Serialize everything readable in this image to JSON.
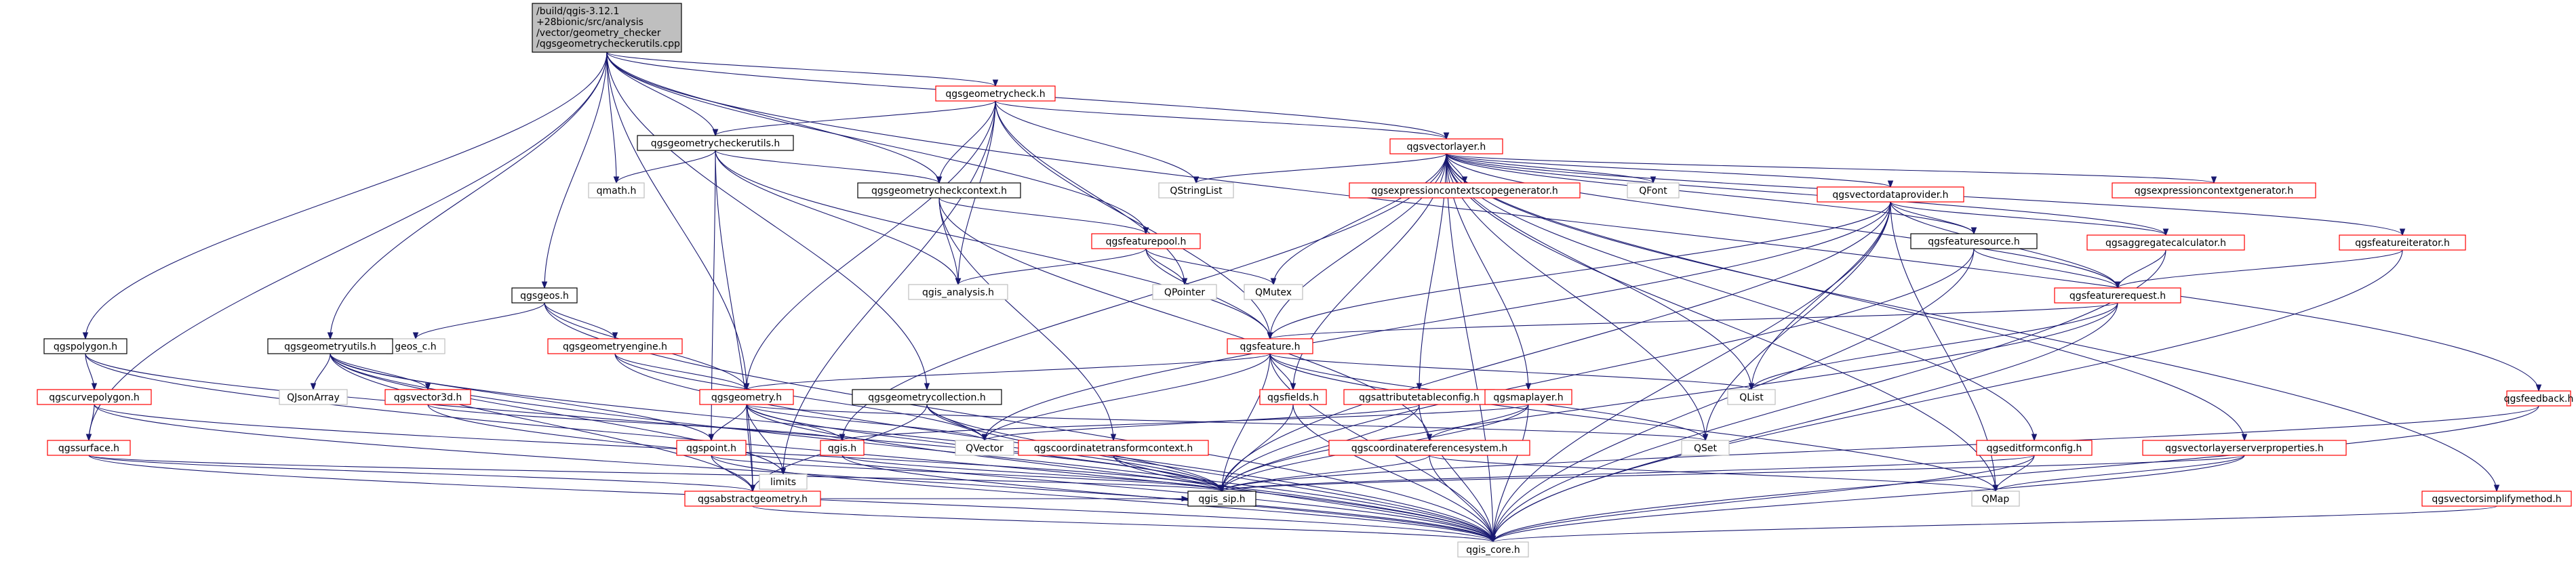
{
  "colors": {
    "edge": "#191970",
    "red_border": "#ff0000",
    "black_border": "#000000",
    "gray_border": "#bfbfbf",
    "root_fill": "#bfbfbf"
  },
  "nodes": [
    {
      "id": "root",
      "label": "/build/qgis-3.12.1\n+28bionic/src/analysis\n/vector/geometry_checker\n/qgsgeometrycheckerutils.cpp",
      "style": "root"
    },
    {
      "id": "qgsgeometrycheck",
      "label": "qgsgeometrycheck.h",
      "style": "red"
    },
    {
      "id": "qgsvectorlayer",
      "label": "qgsvectorlayer.h",
      "style": "red"
    },
    {
      "id": "qgsgeometrycheckerutils",
      "label": "qgsgeometrycheckerutils.h",
      "style": "black"
    },
    {
      "id": "qgsgeometrycheckcontext",
      "label": "qgsgeometrycheckcontext.h",
      "style": "black"
    },
    {
      "id": "qmath",
      "label": "qmath.h",
      "style": "gray"
    },
    {
      "id": "qstringlist",
      "label": "QStringList",
      "style": "gray"
    },
    {
      "id": "qgsexprscope",
      "label": "qgsexpressioncontextscopegenerator.h",
      "style": "red"
    },
    {
      "id": "qfont",
      "label": "QFont",
      "style": "gray"
    },
    {
      "id": "qgsvectordataprovider",
      "label": "qgsvectordataprovider.h",
      "style": "red"
    },
    {
      "id": "qgsexprgen",
      "label": "qgsexpressioncontextgenerator.h",
      "style": "red"
    },
    {
      "id": "qgsfeaturepool",
      "label": "qgsfeaturepool.h",
      "style": "red"
    },
    {
      "id": "qgsfeaturesource",
      "label": "qgsfeaturesource.h",
      "style": "black"
    },
    {
      "id": "qgsaggregatecalculator",
      "label": "qgsaggregatecalculator.h",
      "style": "red"
    },
    {
      "id": "qgsfeatureiterator",
      "label": "qgsfeatureiterator.h",
      "style": "red"
    },
    {
      "id": "qgis_analysis",
      "label": "qgis_analysis.h",
      "style": "gray"
    },
    {
      "id": "qpointer",
      "label": "QPointer",
      "style": "gray"
    },
    {
      "id": "qmutex",
      "label": "QMutex",
      "style": "gray"
    },
    {
      "id": "qgsfeaturerequest",
      "label": "qgsfeaturerequest.h",
      "style": "red"
    },
    {
      "id": "qgsgeos",
      "label": "qgsgeos.h",
      "style": "black"
    },
    {
      "id": "geos_c",
      "label": "geos_c.h",
      "style": "gray"
    },
    {
      "id": "qgsgeometryengine",
      "label": "qgsgeometryengine.h",
      "style": "red"
    },
    {
      "id": "qgsfeature",
      "label": "qgsfeature.h",
      "style": "red"
    },
    {
      "id": "qgspolygon",
      "label": "qgspolygon.h",
      "style": "black"
    },
    {
      "id": "qgsgeometryutils",
      "label": "qgsgeometryutils.h",
      "style": "black"
    },
    {
      "id": "qlist",
      "label": "QList",
      "style": "gray"
    },
    {
      "id": "qgscurvepolygon",
      "label": "qgscurvepolygon.h",
      "style": "red"
    },
    {
      "id": "qjsonarray",
      "label": "QJsonArray",
      "style": "gray"
    },
    {
      "id": "qgsvector3d",
      "label": "qgsvector3d.h",
      "style": "red"
    },
    {
      "id": "qgsgeometry",
      "label": "qgsgeometry.h",
      "style": "red"
    },
    {
      "id": "qgsgeometrycollection",
      "label": "qgsgeometrycollection.h",
      "style": "black"
    },
    {
      "id": "qgsfields",
      "label": "qgsfields.h",
      "style": "red"
    },
    {
      "id": "qgsattributetableconfig",
      "label": "qgsattributetableconfig.h",
      "style": "red"
    },
    {
      "id": "qgsmaplayer",
      "label": "qgsmaplayer.h",
      "style": "red"
    },
    {
      "id": "qset",
      "label": "QSet",
      "style": "gray"
    },
    {
      "id": "qgsfeedback",
      "label": "qgsfeedback.h",
      "style": "red"
    },
    {
      "id": "qgssurface",
      "label": "qgssurface.h",
      "style": "red"
    },
    {
      "id": "qgspoint",
      "label": "qgspoint.h",
      "style": "red"
    },
    {
      "id": "qgis",
      "label": "qgis.h",
      "style": "red"
    },
    {
      "id": "limits",
      "label": "limits",
      "style": "gray"
    },
    {
      "id": "qvector",
      "label": "QVector",
      "style": "gray"
    },
    {
      "id": "qgscoordtransformctx",
      "label": "qgscoordinatetransformcontext.h",
      "style": "red"
    },
    {
      "id": "qgscrs",
      "label": "qgscoordinatereferencesystem.h",
      "style": "red"
    },
    {
      "id": "qgseditformconfig",
      "label": "qgseditformconfig.h",
      "style": "red"
    },
    {
      "id": "qgsvlserverprops",
      "label": "qgsvectorlayerserverproperties.h",
      "style": "red"
    },
    {
      "id": "qgsabstractgeometry",
      "label": "qgsabstractgeometry.h",
      "style": "red"
    },
    {
      "id": "qgis_sip",
      "label": "qgis_sip.h",
      "style": "black"
    },
    {
      "id": "qmap",
      "label": "QMap",
      "style": "gray"
    },
    {
      "id": "qgsvectorsimplify",
      "label": "qgsvectorsimplifymethod.h",
      "style": "red"
    },
    {
      "id": "qgis_core",
      "label": "qgis_core.h",
      "style": "gray"
    }
  ],
  "edges": [
    [
      "root",
      "qgsgeometrycheck"
    ],
    [
      "root",
      "qgsvectorlayer"
    ],
    [
      "root",
      "qgsgeometrycheckerutils"
    ],
    [
      "root",
      "qgsgeometrycheckcontext"
    ],
    [
      "root",
      "qmath"
    ],
    [
      "root",
      "qgsfeaturepool"
    ],
    [
      "root",
      "qgsgeos"
    ],
    [
      "root",
      "qgspolygon"
    ],
    [
      "root",
      "qgsgeometryutils"
    ],
    [
      "root",
      "qgsgeometry"
    ],
    [
      "root",
      "qgsgeometrycollection"
    ],
    [
      "root",
      "qgssurface"
    ],
    [
      "root",
      "qgsfeedback"
    ],
    [
      "qgsgeometrycheck",
      "qgsvectorlayer"
    ],
    [
      "qgsgeometrycheck",
      "qgsgeometrycheckerutils"
    ],
    [
      "qgsgeometrycheck",
      "qgsgeometrycheckcontext"
    ],
    [
      "qgsgeometrycheck",
      "qstringlist"
    ],
    [
      "qgsgeometrycheck",
      "qgis_analysis"
    ],
    [
      "qgsgeometrycheck",
      "qpointer"
    ],
    [
      "qgsgeometrycheck",
      "qgsfeature"
    ],
    [
      "qgsgeometrycheck",
      "qgsgeometry"
    ],
    [
      "qgsgeometrycheck",
      "limits"
    ],
    [
      "qgsvectorlayer",
      "qstringlist"
    ],
    [
      "qgsvectorlayer",
      "qgsexprscope"
    ],
    [
      "qgsvectorlayer",
      "qfont"
    ],
    [
      "qgsvectorlayer",
      "qgsvectordataprovider"
    ],
    [
      "qgsvectorlayer",
      "qgsexprgen"
    ],
    [
      "qgsvectorlayer",
      "qgsfeaturesource"
    ],
    [
      "qgsvectorlayer",
      "qgsaggregatecalculator"
    ],
    [
      "qgsvectorlayer",
      "qgsfeatureiterator"
    ],
    [
      "qgsvectorlayer",
      "qmutex"
    ],
    [
      "qgsvectorlayer",
      "qgsfeaturerequest"
    ],
    [
      "qgsvectorlayer",
      "qgsfeature"
    ],
    [
      "qgsvectorlayer",
      "qlist"
    ],
    [
      "qgsvectorlayer",
      "qgsfields"
    ],
    [
      "qgsvectorlayer",
      "qgsattributetableconfig"
    ],
    [
      "qgsvectorlayer",
      "qgsmaplayer"
    ],
    [
      "qgsvectorlayer",
      "qset"
    ],
    [
      "qgsvectorlayer",
      "qgseditformconfig"
    ],
    [
      "qgsvectorlayer",
      "qgsvlserverprops"
    ],
    [
      "qgsvectorlayer",
      "qgsvectorsimplify"
    ],
    [
      "qgsvectorlayer",
      "qgis_core"
    ],
    [
      "qgsvectorlayer",
      "qmap"
    ],
    [
      "qgsvectorlayer",
      "qgis"
    ],
    [
      "qgsgeometrycheckerutils",
      "qgsgeometrycheckcontext"
    ],
    [
      "qgsgeometrycheckerutils",
      "qmath"
    ],
    [
      "qgsgeometrycheckerutils",
      "qgis_analysis"
    ],
    [
      "qgsgeometrycheckerutils",
      "qgsfeature"
    ],
    [
      "qgsgeometrycheckerutils",
      "qgspoint"
    ],
    [
      "qgsgeometrycheckerutils",
      "qgsabstractgeometry"
    ],
    [
      "qgsgeometrycheckcontext",
      "qgsfeaturepool"
    ],
    [
      "qgsgeometrycheckcontext",
      "qgis_analysis"
    ],
    [
      "qgsgeometrycheckcontext",
      "qgscoordtransformctx"
    ],
    [
      "qgsgeometrycheckcontext",
      "qgscrs"
    ],
    [
      "qgsvectordataprovider",
      "qgsfeaturesource"
    ],
    [
      "qgsvectordataprovider",
      "qgsaggregatecalculator"
    ],
    [
      "qgsvectordataprovider",
      "qgsfeaturerequest"
    ],
    [
      "qgsvectordataprovider",
      "qgsfeature"
    ],
    [
      "qgsvectordataprovider",
      "qlist"
    ],
    [
      "qgsvectordataprovider",
      "qset"
    ],
    [
      "qgsvectordataprovider",
      "qmap"
    ],
    [
      "qgsvectordataprovider",
      "qgis_sip"
    ],
    [
      "qgsvectordataprovider",
      "qgis_core"
    ],
    [
      "qgsvectordataprovider",
      "qvector"
    ],
    [
      "qgsfeaturepool",
      "qgis_analysis"
    ],
    [
      "qgsfeaturepool",
      "qpointer"
    ],
    [
      "qgsfeaturepool",
      "qmutex"
    ],
    [
      "qgsfeaturepool",
      "qgsfeature"
    ],
    [
      "qgsfeaturesource",
      "qgsfeaturerequest"
    ],
    [
      "qgsfeaturesource",
      "qgis_sip"
    ],
    [
      "qgsfeaturesource",
      "qgis_core"
    ],
    [
      "qgsaggregatecalculator",
      "qgsfeaturerequest"
    ],
    [
      "qgsaggregatecalculator",
      "qgis_core"
    ],
    [
      "qgsfeatureiterator",
      "qgsfeaturerequest"
    ],
    [
      "qgsfeatureiterator",
      "qgis_core"
    ],
    [
      "qgsfeaturerequest",
      "qgsfeature"
    ],
    [
      "qgsfeaturerequest",
      "qlist"
    ],
    [
      "qgsfeaturerequest",
      "qgis_sip"
    ],
    [
      "qgsfeaturerequest",
      "qgis_core"
    ],
    [
      "qgsgeos",
      "geos_c"
    ],
    [
      "qgsgeos",
      "qgsgeometryengine"
    ],
    [
      "qgsgeos",
      "qgsgeometry"
    ],
    [
      "qgsgeos",
      "qgis_core"
    ],
    [
      "qgsgeometryengine",
      "qgsgeometry"
    ],
    [
      "qgsgeometryengine",
      "qvector"
    ],
    [
      "qgsgeometryengine",
      "qgis_core"
    ],
    [
      "qgsfeature",
      "qgsgeometry"
    ],
    [
      "qgsfeature",
      "qgsfields"
    ],
    [
      "qgsfeature",
      "qlist"
    ],
    [
      "qgsfeature",
      "qset"
    ],
    [
      "qgsfeature",
      "qvector"
    ],
    [
      "qgsfeature",
      "qmap"
    ],
    [
      "qgsfeature",
      "qgis_sip"
    ],
    [
      "qgsfeature",
      "qgis_core"
    ],
    [
      "qgspolygon",
      "qgscurvepolygon"
    ],
    [
      "qgspolygon",
      "qgis_core"
    ],
    [
      "qgspolygon",
      "qgis_sip"
    ],
    [
      "qgsgeometryutils",
      "qjsonarray"
    ],
    [
      "qgsgeometryutils",
      "qgsvector3d"
    ],
    [
      "qgsgeometryutils",
      "qgspoint"
    ],
    [
      "qgsgeometryutils",
      "limits"
    ],
    [
      "qgsgeometryutils",
      "qgis_core"
    ],
    [
      "qgsgeometryutils",
      "qgis_sip"
    ],
    [
      "qgsgeometryutils",
      "qgsabstractgeometry"
    ],
    [
      "qgscurvepolygon",
      "qgssurface"
    ],
    [
      "qgscurvepolygon",
      "qgis_core"
    ],
    [
      "qgscurvepolygon",
      "qgis_sip"
    ],
    [
      "qgsvector3d",
      "qgis"
    ],
    [
      "qgsvector3d",
      "qgis_core"
    ],
    [
      "qgsgeometry",
      "qgspoint"
    ],
    [
      "qgsgeometry",
      "qgis"
    ],
    [
      "qgsgeometry",
      "limits"
    ],
    [
      "qgsgeometry",
      "qvector"
    ],
    [
      "qgsgeometry",
      "qset"
    ],
    [
      "qgsgeometry",
      "qgsabstractgeometry"
    ],
    [
      "qgsgeometry",
      "qgis_core"
    ],
    [
      "qgsgeometry",
      "qgis_sip"
    ],
    [
      "qgsgeometrycollection",
      "qvector"
    ],
    [
      "qgsgeometrycollection",
      "qgsabstractgeometry"
    ],
    [
      "qgsgeometrycollection",
      "qgis_core"
    ],
    [
      "qgsgeometrycollection",
      "qgis_sip"
    ],
    [
      "qgsfields",
      "qgis_sip"
    ],
    [
      "qgsfields",
      "qgis_core"
    ],
    [
      "qgsattributetableconfig",
      "qvector"
    ],
    [
      "qgsattributetableconfig",
      "qgis_sip"
    ],
    [
      "qgsattributetableconfig",
      "qgis_core"
    ],
    [
      "qgsmaplayer",
      "qgscrs"
    ],
    [
      "qgsmaplayer",
      "qgis_sip"
    ],
    [
      "qgsmaplayer",
      "qgis_core"
    ],
    [
      "qgsmaplayer",
      "qgis"
    ],
    [
      "qgsfeedback",
      "qgis_sip"
    ],
    [
      "qgsfeedback",
      "qgis_core"
    ],
    [
      "qgssurface",
      "qgsabstractgeometry"
    ],
    [
      "qgssurface",
      "qgis_core"
    ],
    [
      "qgssurface",
      "qgis_sip"
    ],
    [
      "qgspoint",
      "qgsabstractgeometry"
    ],
    [
      "qgspoint",
      "qgis_core"
    ],
    [
      "qgspoint",
      "qgis_sip"
    ],
    [
      "qgis",
      "qgis_sip"
    ],
    [
      "qgis",
      "qgis_core"
    ],
    [
      "qgscoordtransformctx",
      "qgis_sip"
    ],
    [
      "qgscoordtransformctx",
      "qgis_core"
    ],
    [
      "qgscrs",
      "qgis_sip"
    ],
    [
      "qgscrs",
      "qgis_core"
    ],
    [
      "qgscrs",
      "qmap"
    ],
    [
      "qgseditformconfig",
      "qmap"
    ],
    [
      "qgseditformconfig",
      "qgis_sip"
    ],
    [
      "qgseditformconfig",
      "qgis_core"
    ],
    [
      "qgsvlserverprops",
      "qmap"
    ],
    [
      "qgsvlserverprops",
      "qgis_sip"
    ],
    [
      "qgsvlserverprops",
      "qgis_core"
    ],
    [
      "qgsabstractgeometry",
      "qgis_core"
    ],
    [
      "qgsabstractgeometry",
      "qgis_sip"
    ],
    [
      "qgsvectorsimplify",
      "qgis_core"
    ]
  ]
}
